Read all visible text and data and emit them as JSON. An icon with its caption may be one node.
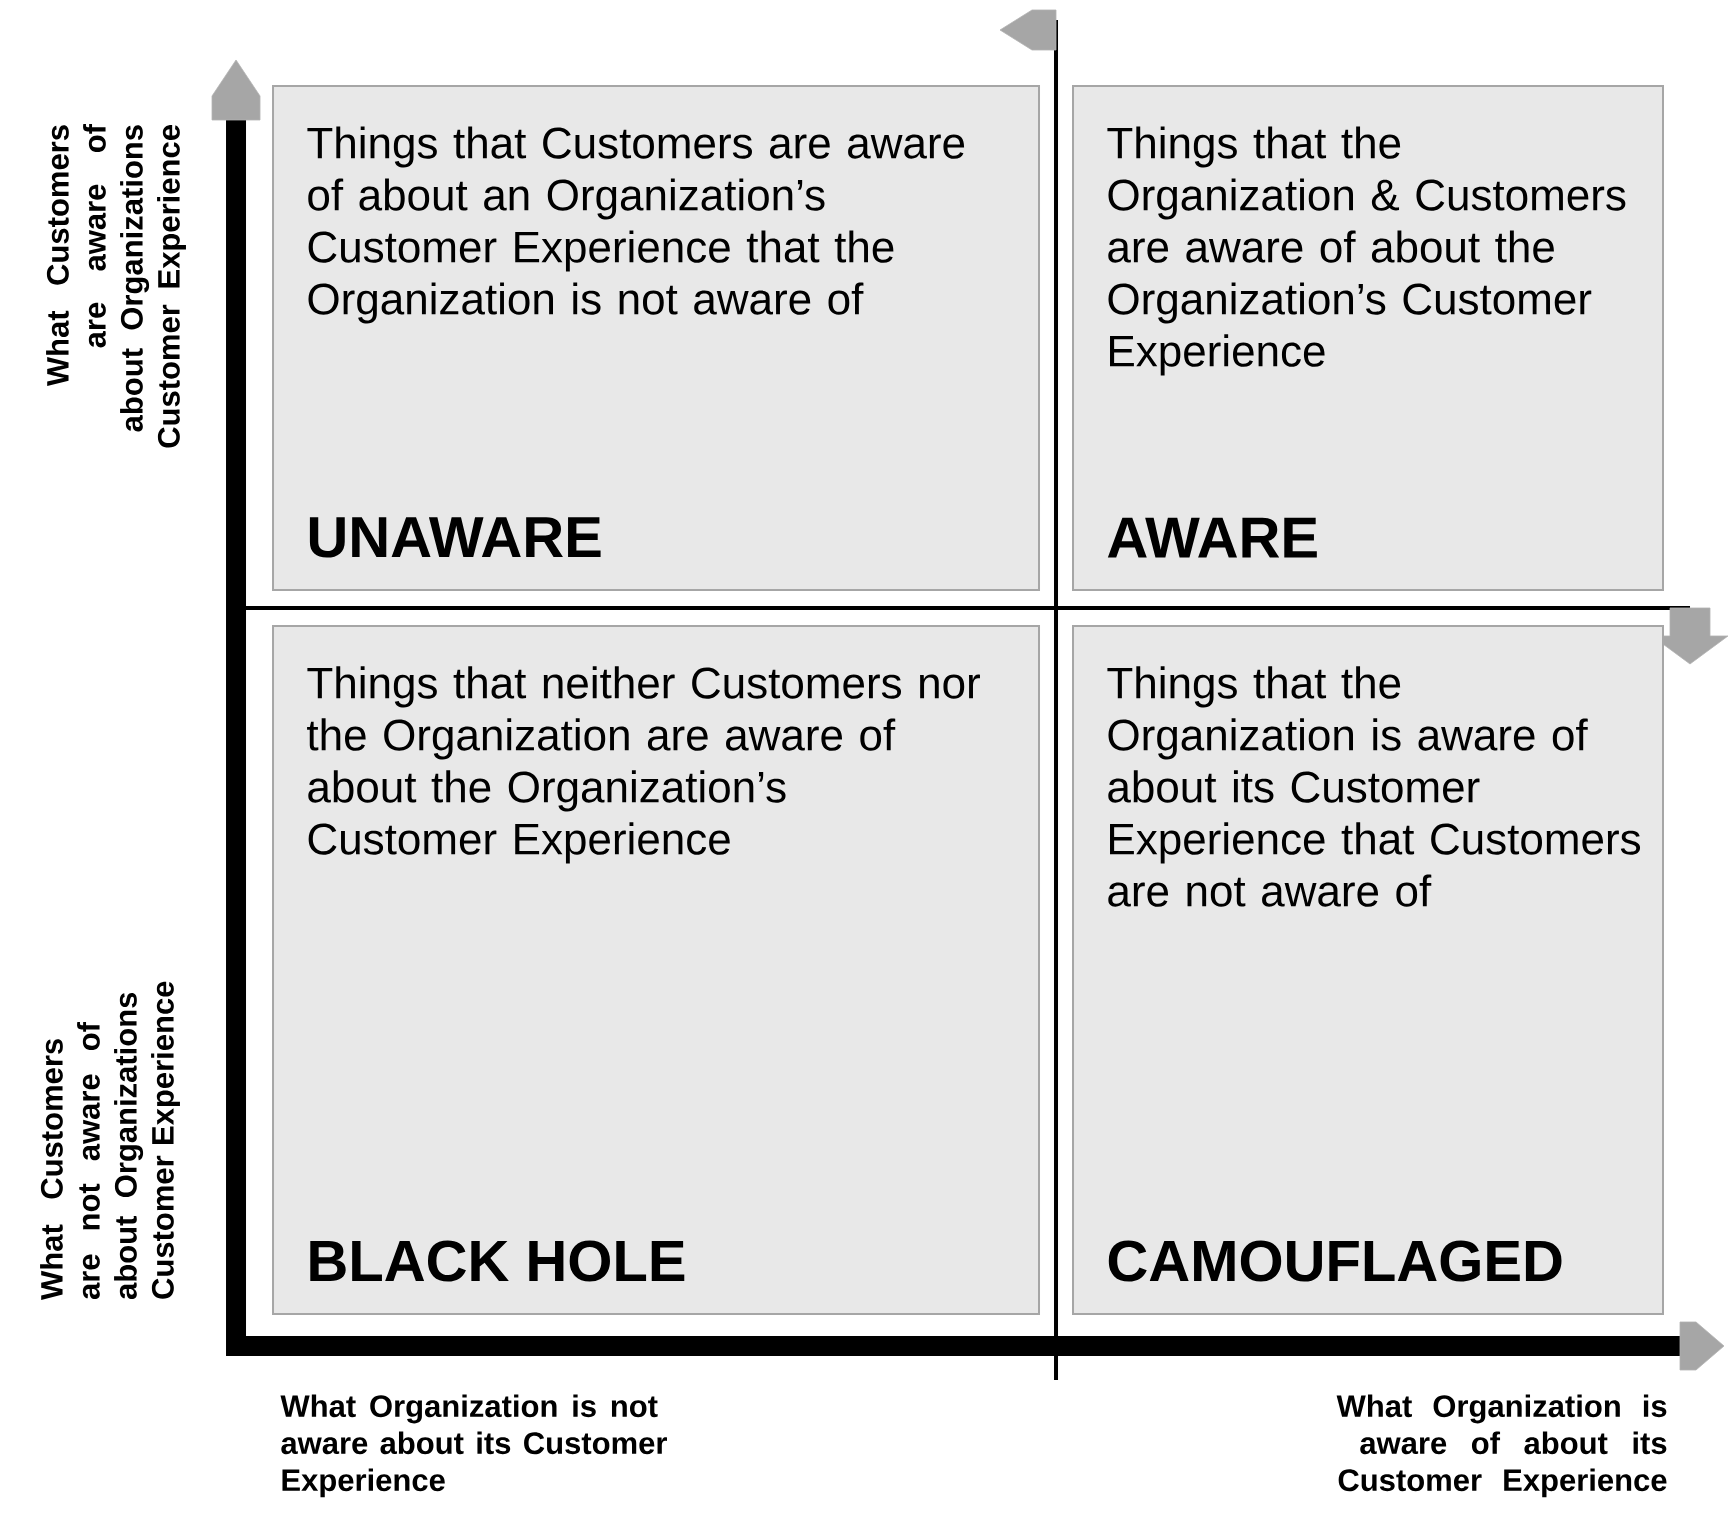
{
  "diagram": {
    "nodes": [
      {
        "text": [
          "Things that Customers are aware of about an Organization’s Customer Experience that the Organization is not aware of",
          "UNAWARE"
        ]
      },
      {
        "text": [
          "Things that the Organization & Customers are aware of about the Organization’s Customer Experience",
          "AWARE"
        ]
      },
      {
        "text": [
          "Things that neither Customers nor the Organization are aware of about the Organization’s Customer Experience",
          "BLACK HOLE"
        ]
      },
      {
        "text": [
          "Things that the Organization is aware of about its Customer Experience that Customers are not aware of",
          "CAMOUFLAGED"
        ]
      }
    ],
    "labels": [
      "What Customers are aware of about Organizations Customer Experience",
      "What Customers are not aware of about Organizations Customer Experience",
      "What Organization is not aware about its Customer Experience",
      "What Organization is aware of about its Customer Experience"
    ]
  }
}
